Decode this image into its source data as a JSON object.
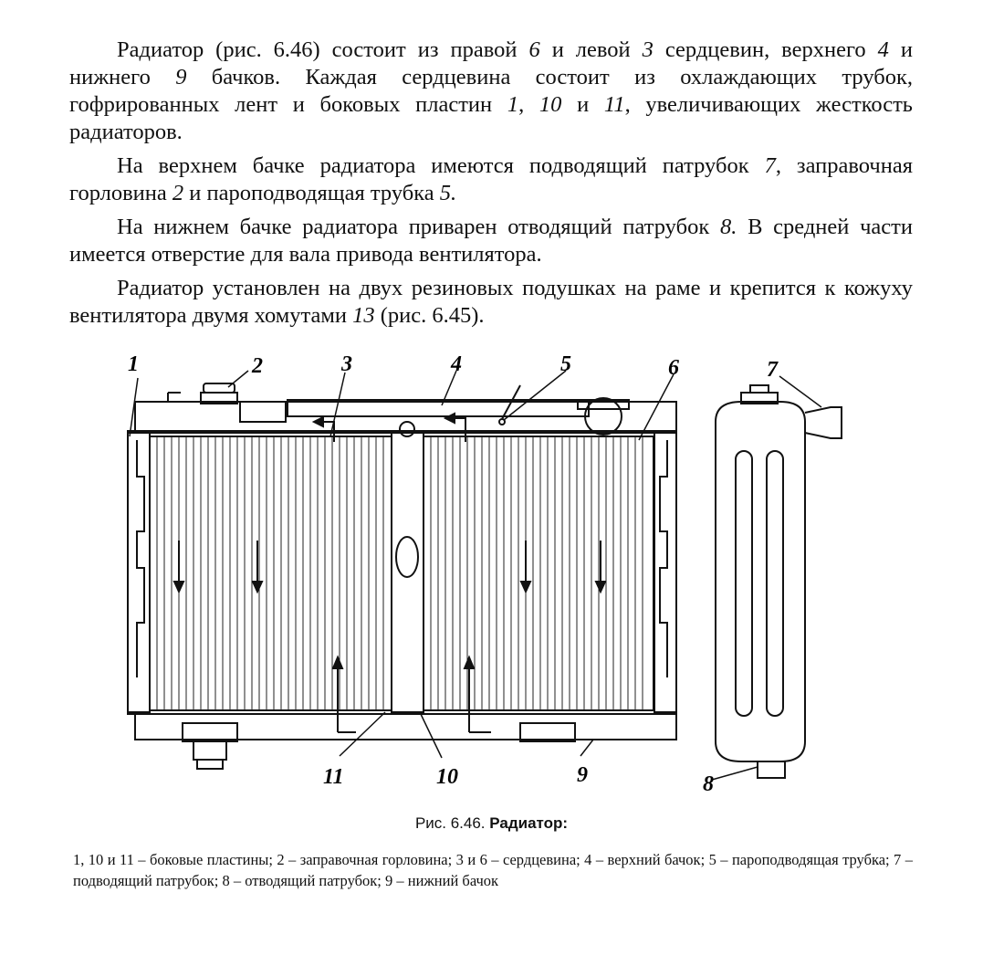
{
  "paragraphs": [
    {
      "parts": [
        "Радиатор (рис. 6.46) состоит из правой ",
        {
          "i": "6"
        },
        " и левой ",
        {
          "i": "3"
        },
        " сердцевин, верхнего ",
        {
          "i": "4"
        },
        " и нижнего ",
        {
          "i": "9"
        },
        " бачков. Каждая сердцевина состоит из охлаждающих трубок, гофрированных лент и боковых пластин ",
        {
          "i": "1"
        },
        ", ",
        {
          "i": "10"
        },
        " и ",
        {
          "i": "11"
        },
        ", увеличивающих жесткость радиаторов."
      ]
    },
    {
      "parts": [
        "На верхнем бачке радиатора имеются подводящий патрубок ",
        {
          "i": "7"
        },
        ", заправочная горловина ",
        {
          "i": "2"
        },
        " и пароподводящая трубка ",
        {
          "i": "5."
        }
      ]
    },
    {
      "parts": [
        "На нижнем бачке радиатора приварен отводящий патрубок ",
        {
          "i": "8."
        },
        " В средней части имеется отверстие для вала привода вентилятора."
      ]
    },
    {
      "parts": [
        "Радиатор установлен на двух резиновых подушках на раме и крепится  к кожуху вентилятора двумя хомутами ",
        {
          "i": "13"
        },
        " (рис. 6.45)."
      ]
    }
  ],
  "figure": {
    "callouts": {
      "c1": "1",
      "c2": "2",
      "c3": "3",
      "c4": "4",
      "c5": "5",
      "c6": "6",
      "c7": "7",
      "c8": "8",
      "c9": "9",
      "c10": "10",
      "c11": "11"
    }
  },
  "caption": {
    "prefix": "Рис. 6.46. ",
    "title": "Радиатор:"
  },
  "legend": "1, 10 и 11 – боковые пластины; 2 – заправочная горловина; 3 и 6 – сердцевина; 4 – верхний бачок; 5 – пароподводящая трубка; 7 – подводящий патрубок; 8 – отводящий патрубок; 9 – нижний бачок"
}
